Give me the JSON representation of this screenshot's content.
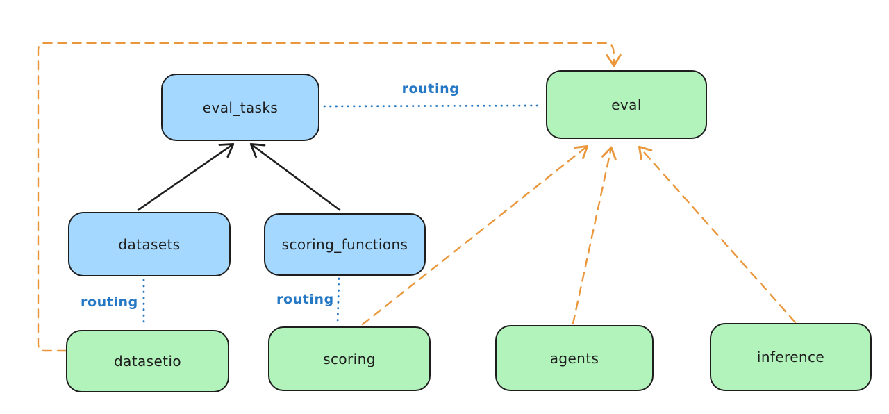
{
  "diagram": {
    "nodes": {
      "eval_tasks": {
        "label": "eval_tasks",
        "fill": "#a5d8ff"
      },
      "eval": {
        "label": "eval",
        "fill": "#b2f2bb"
      },
      "datasets": {
        "label": "datasets",
        "fill": "#a5d8ff"
      },
      "scoring_functions": {
        "label": "scoring_functions",
        "fill": "#a5d8ff"
      },
      "datasetio": {
        "label": "datasetio",
        "fill": "#b2f2bb"
      },
      "scoring": {
        "label": "scoring",
        "fill": "#b2f2bb"
      },
      "agents": {
        "label": "agents",
        "fill": "#b2f2bb"
      },
      "inference": {
        "label": "inference",
        "fill": "#b2f2bb"
      }
    },
    "labels": {
      "routing_top": "routing",
      "routing_left": "routing",
      "routing_middle": "routing"
    },
    "edges": [
      {
        "from": "datasets",
        "to": "eval_tasks",
        "style": "solid",
        "color": "#1e1e1e",
        "arrow": true
      },
      {
        "from": "scoring_functions",
        "to": "eval_tasks",
        "style": "solid",
        "color": "#1e1e1e",
        "arrow": true
      },
      {
        "from": "eval_tasks",
        "to": "eval",
        "style": "dotted",
        "color": "#2678c4",
        "arrow": false,
        "label": "routing"
      },
      {
        "from": "datasets",
        "to": "datasetio",
        "style": "dotted",
        "color": "#2678c4",
        "arrow": false,
        "label": "routing"
      },
      {
        "from": "scoring_functions",
        "to": "scoring",
        "style": "dotted",
        "color": "#2678c4",
        "arrow": false,
        "label": "routing"
      },
      {
        "from": "datasetio",
        "to": "eval",
        "style": "dashed",
        "color": "#ea963b",
        "arrow": true
      },
      {
        "from": "scoring",
        "to": "eval",
        "style": "dashed",
        "color": "#ea963b",
        "arrow": true
      },
      {
        "from": "agents",
        "to": "eval",
        "style": "dashed",
        "color": "#ea963b",
        "arrow": true
      },
      {
        "from": "inference",
        "to": "eval",
        "style": "dashed",
        "color": "#ea963b",
        "arrow": true
      }
    ],
    "colors": {
      "background": "#ffffff",
      "node_stroke": "#1e1e1e",
      "blue_fill": "#a5d8ff",
      "green_fill": "#b2f2bb",
      "routing_blue": "#2678c4",
      "orange": "#ea963b",
      "black": "#1e1e1e"
    }
  }
}
